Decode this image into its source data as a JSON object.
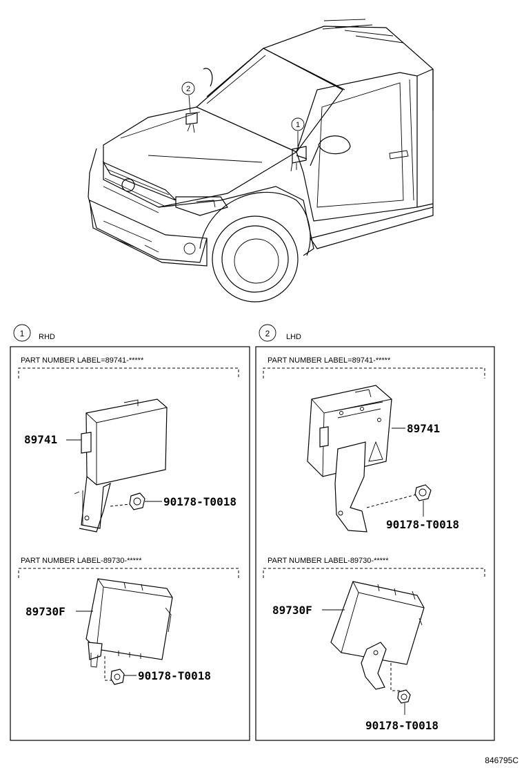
{
  "callouts": {
    "one": "1",
    "two": "2"
  },
  "panels": {
    "rhd": {
      "tag": "RHD",
      "label_89741": "PART NUMBER LABEL=89741-*****",
      "label_89730": "PART NUMBER LABEL-89730-*****",
      "part_89741": "89741",
      "part_89730": "89730F",
      "nut_a": "90178-T0018",
      "nut_b": "90178-T0018"
    },
    "lhd": {
      "tag": "LHD",
      "label_89741": "PART NUMBER LABEL=89741-*****",
      "label_89730": "PART NUMBER LABEL-89730-*****",
      "part_89741": "89741",
      "part_89730": "89730F",
      "nut_a": "90178-T0018",
      "nut_b": "90178-T0018"
    }
  },
  "reference_code": "846795C"
}
